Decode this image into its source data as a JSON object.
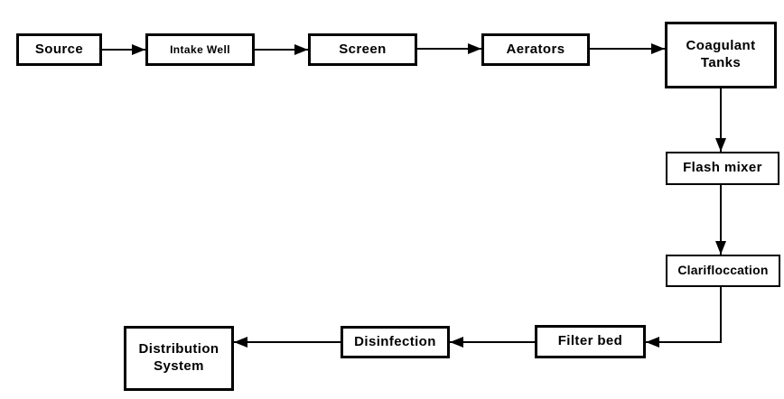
{
  "diagram": {
    "type": "flowchart",
    "background_color": "#ffffff",
    "line_color": "#000000",
    "box_fill_color": "#ffffff",
    "nodes": {
      "source": {
        "label": "Source"
      },
      "intake_well": {
        "label": "Intake Well"
      },
      "screen": {
        "label": "Screen"
      },
      "aerators": {
        "label": "Aerators"
      },
      "coagulant_tanks": {
        "label": "Coagulant Tanks"
      },
      "flash_mixer": {
        "label": "Flash mixer"
      },
      "clarifloccation": {
        "label": "Clarifloccation"
      },
      "filter_bed": {
        "label": "Filter bed"
      },
      "disinfection": {
        "label": "Disinfection"
      },
      "distribution_system": {
        "label": "Distribution System"
      }
    },
    "edges": [
      {
        "from": "source",
        "to": "intake_well"
      },
      {
        "from": "intake_well",
        "to": "screen"
      },
      {
        "from": "screen",
        "to": "aerators"
      },
      {
        "from": "aerators",
        "to": "coagulant_tanks"
      },
      {
        "from": "coagulant_tanks",
        "to": "flash_mixer"
      },
      {
        "from": "flash_mixer",
        "to": "clarifloccation"
      },
      {
        "from": "clarifloccation",
        "to": "filter_bed"
      },
      {
        "from": "filter_bed",
        "to": "disinfection"
      },
      {
        "from": "disinfection",
        "to": "distribution_system"
      }
    ]
  }
}
